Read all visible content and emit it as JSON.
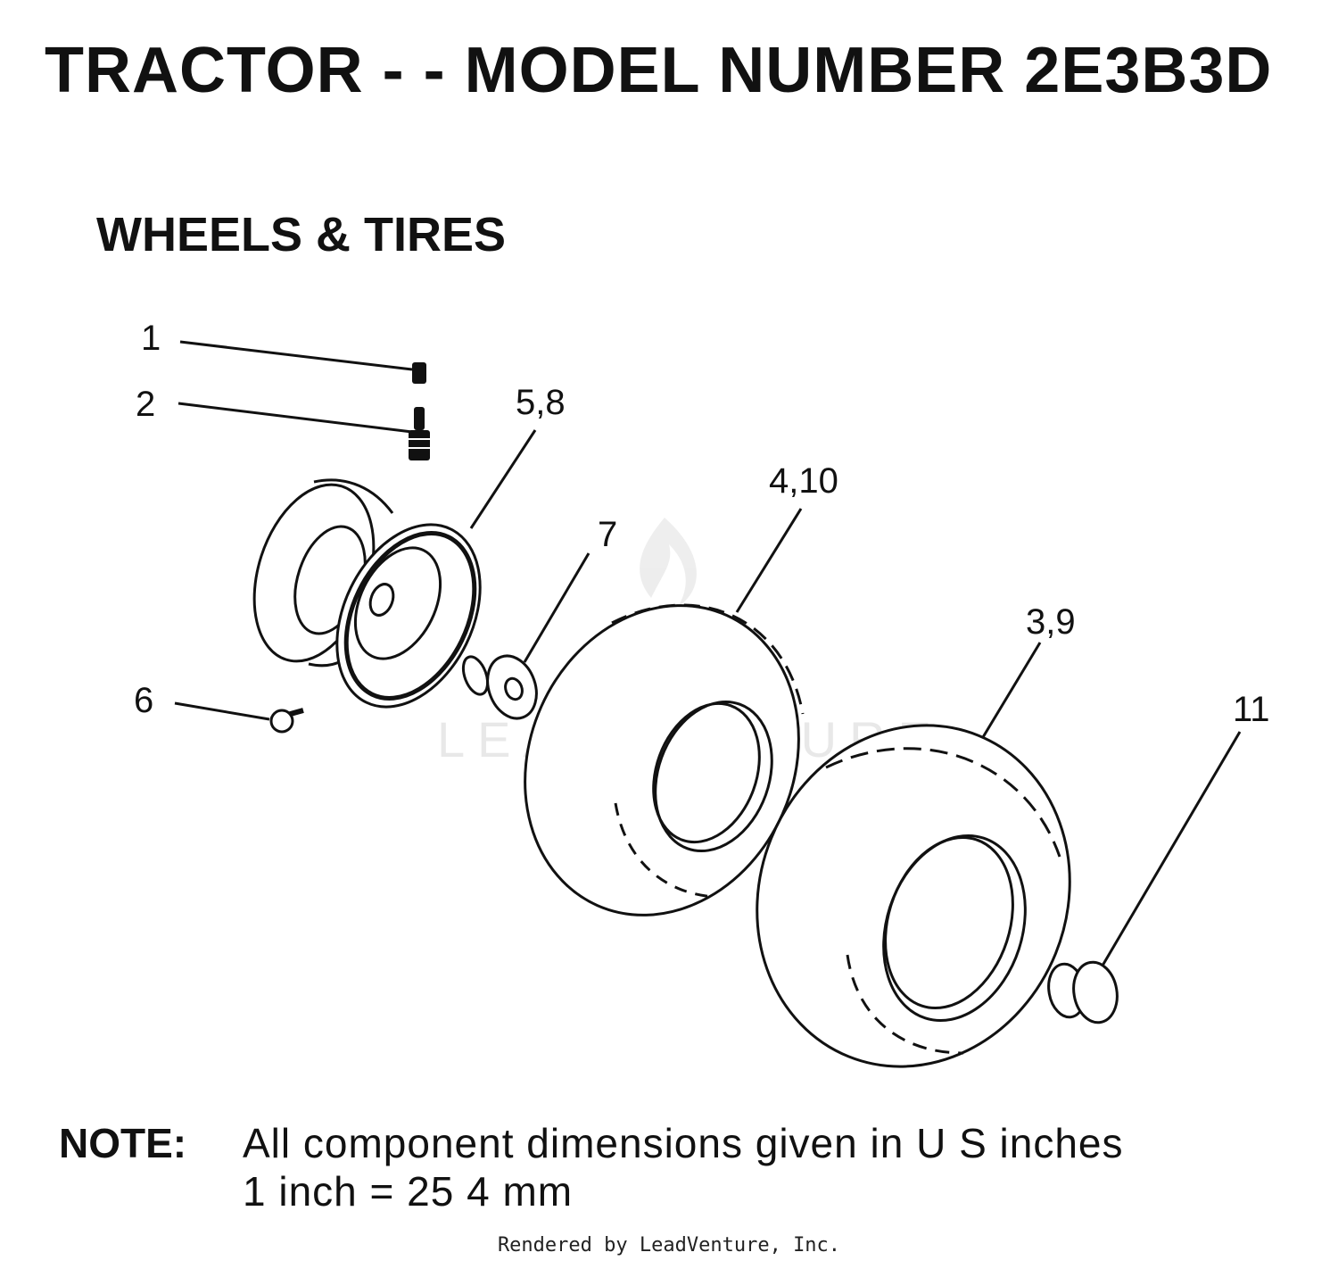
{
  "header": {
    "title": "TRACTOR - - MODEL NUMBER 2E3B3D"
  },
  "section": {
    "title": "WHEELS & TIRES"
  },
  "diagram": {
    "callouts": {
      "c1": "1",
      "c2": "2",
      "c58": "5,8",
      "c410": "4,10",
      "c7": "7",
      "c39": "3,9",
      "c11": "11",
      "c6": "6"
    },
    "watermark": "LEADVENTURE"
  },
  "note": {
    "label": "NOTE:",
    "line1": "All component dimensions given in U S  inches",
    "line2": "1 inch = 25 4 mm"
  },
  "footer": {
    "text": "Rendered by LeadVenture, Inc."
  }
}
